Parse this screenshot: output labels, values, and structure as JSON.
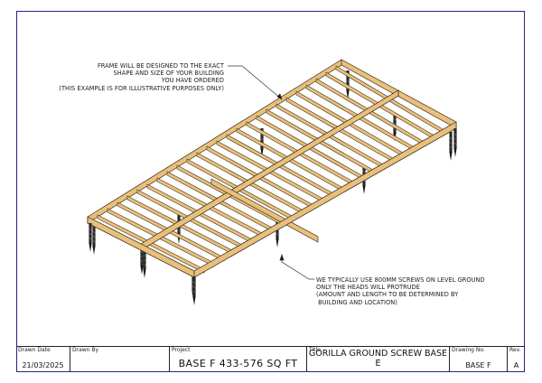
{
  "sheet": {
    "frame_color": "#24248a",
    "timber_color": "#e9c07a",
    "timber_edge_color": "#3b2f22",
    "screw_color": "#1e1e1e"
  },
  "annotations": {
    "frame_note": {
      "lines": [
        "FRAME WILL BE DESIGNED TO THE EXACT",
        "SHAPE AND SIZE OF YOUR BUILDING",
        "YOU HAVE ORDERED",
        "(THIS EXAMPLE IS FOR ILLUSTRATIVE PURPOSES ONLY)"
      ]
    },
    "screw_note": {
      "lines": [
        "WE TYPICALLY USE 800MM SCREWS ON LEVEL GROUND",
        "ONLY THE HEADS WILL PROTRUDE",
        "(AMOUNT AND LENGTH TO BE DETERMINED BY",
        " BUILDING AND LOCATION)"
      ]
    }
  },
  "title_block": {
    "drawn_date": {
      "label": "Drawn Date",
      "value": "21/03/2025"
    },
    "drawn_by": {
      "label": "Drawn By",
      "value": ""
    },
    "project": {
      "label": "Project",
      "value": "BASE F 433-576 SQ FT"
    },
    "title": {
      "label": "Title",
      "value": "GORILLA GROUND SCREW BASE E"
    },
    "drawing_no": {
      "label": "Drawing No.",
      "value": "BASE F"
    },
    "rev": {
      "label": "Rev.",
      "value": "A"
    }
  }
}
